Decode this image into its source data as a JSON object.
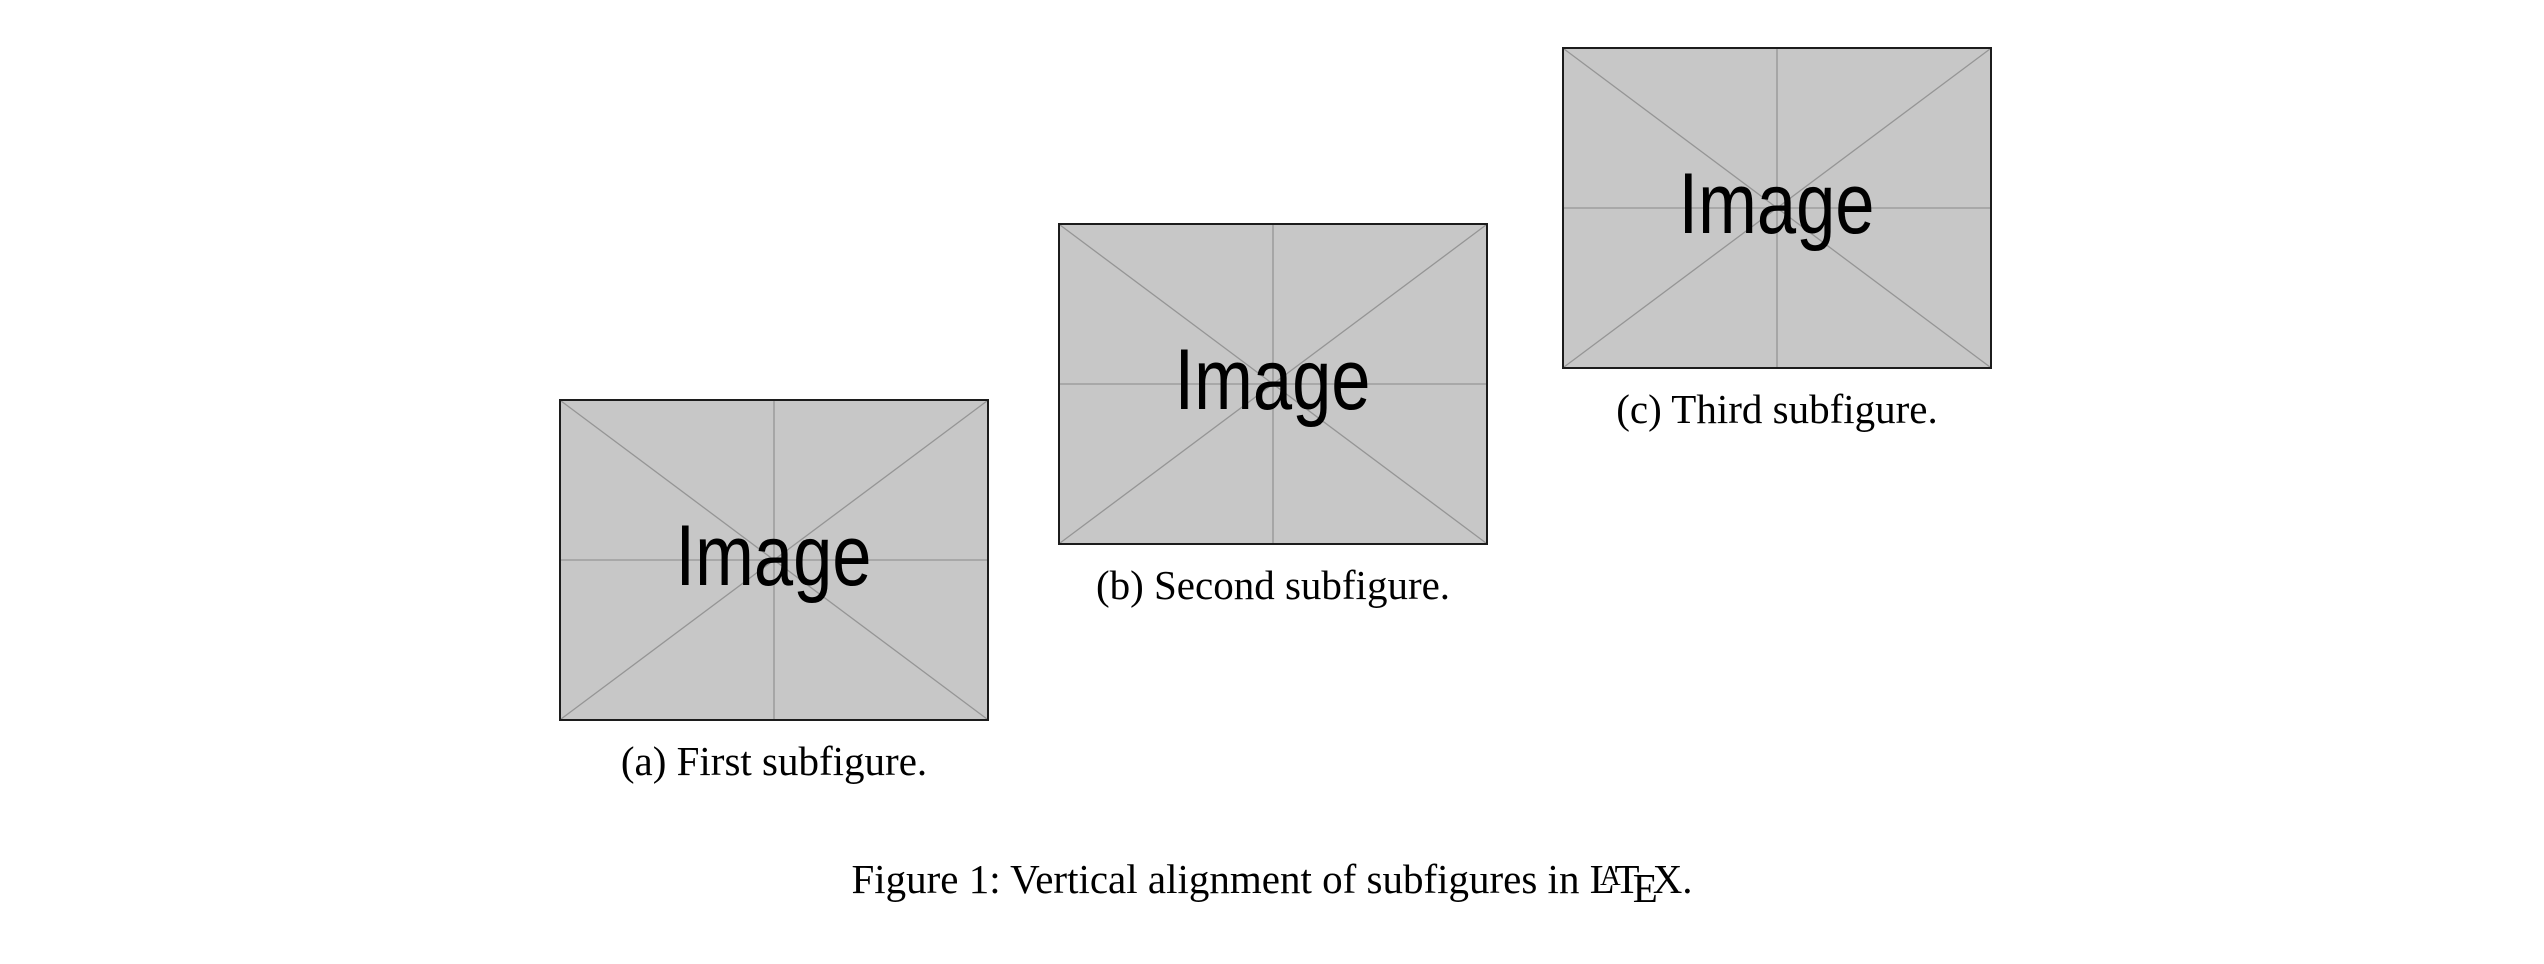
{
  "figure": {
    "subfigures": [
      {
        "id": "a",
        "image_text": "Image",
        "caption": "(a) First subfigure."
      },
      {
        "id": "b",
        "image_text": "Image",
        "caption": "(b) Second subfigure."
      },
      {
        "id": "c",
        "image_text": "Image",
        "caption": "(c) Third subfigure."
      }
    ],
    "main_caption": {
      "prefix": "Figure 1: Vertical alignment of subfigures in ",
      "latex_logo": {
        "l": "L",
        "a": "A",
        "t": "T",
        "e": "E",
        "x": "X"
      },
      "suffix": "."
    },
    "colors": {
      "page_background": "#ffffff",
      "placeholder_fill": "#c7c7c7",
      "placeholder_lines": "#959595",
      "placeholder_border": "#1c1c1c",
      "text": "#000000"
    }
  }
}
